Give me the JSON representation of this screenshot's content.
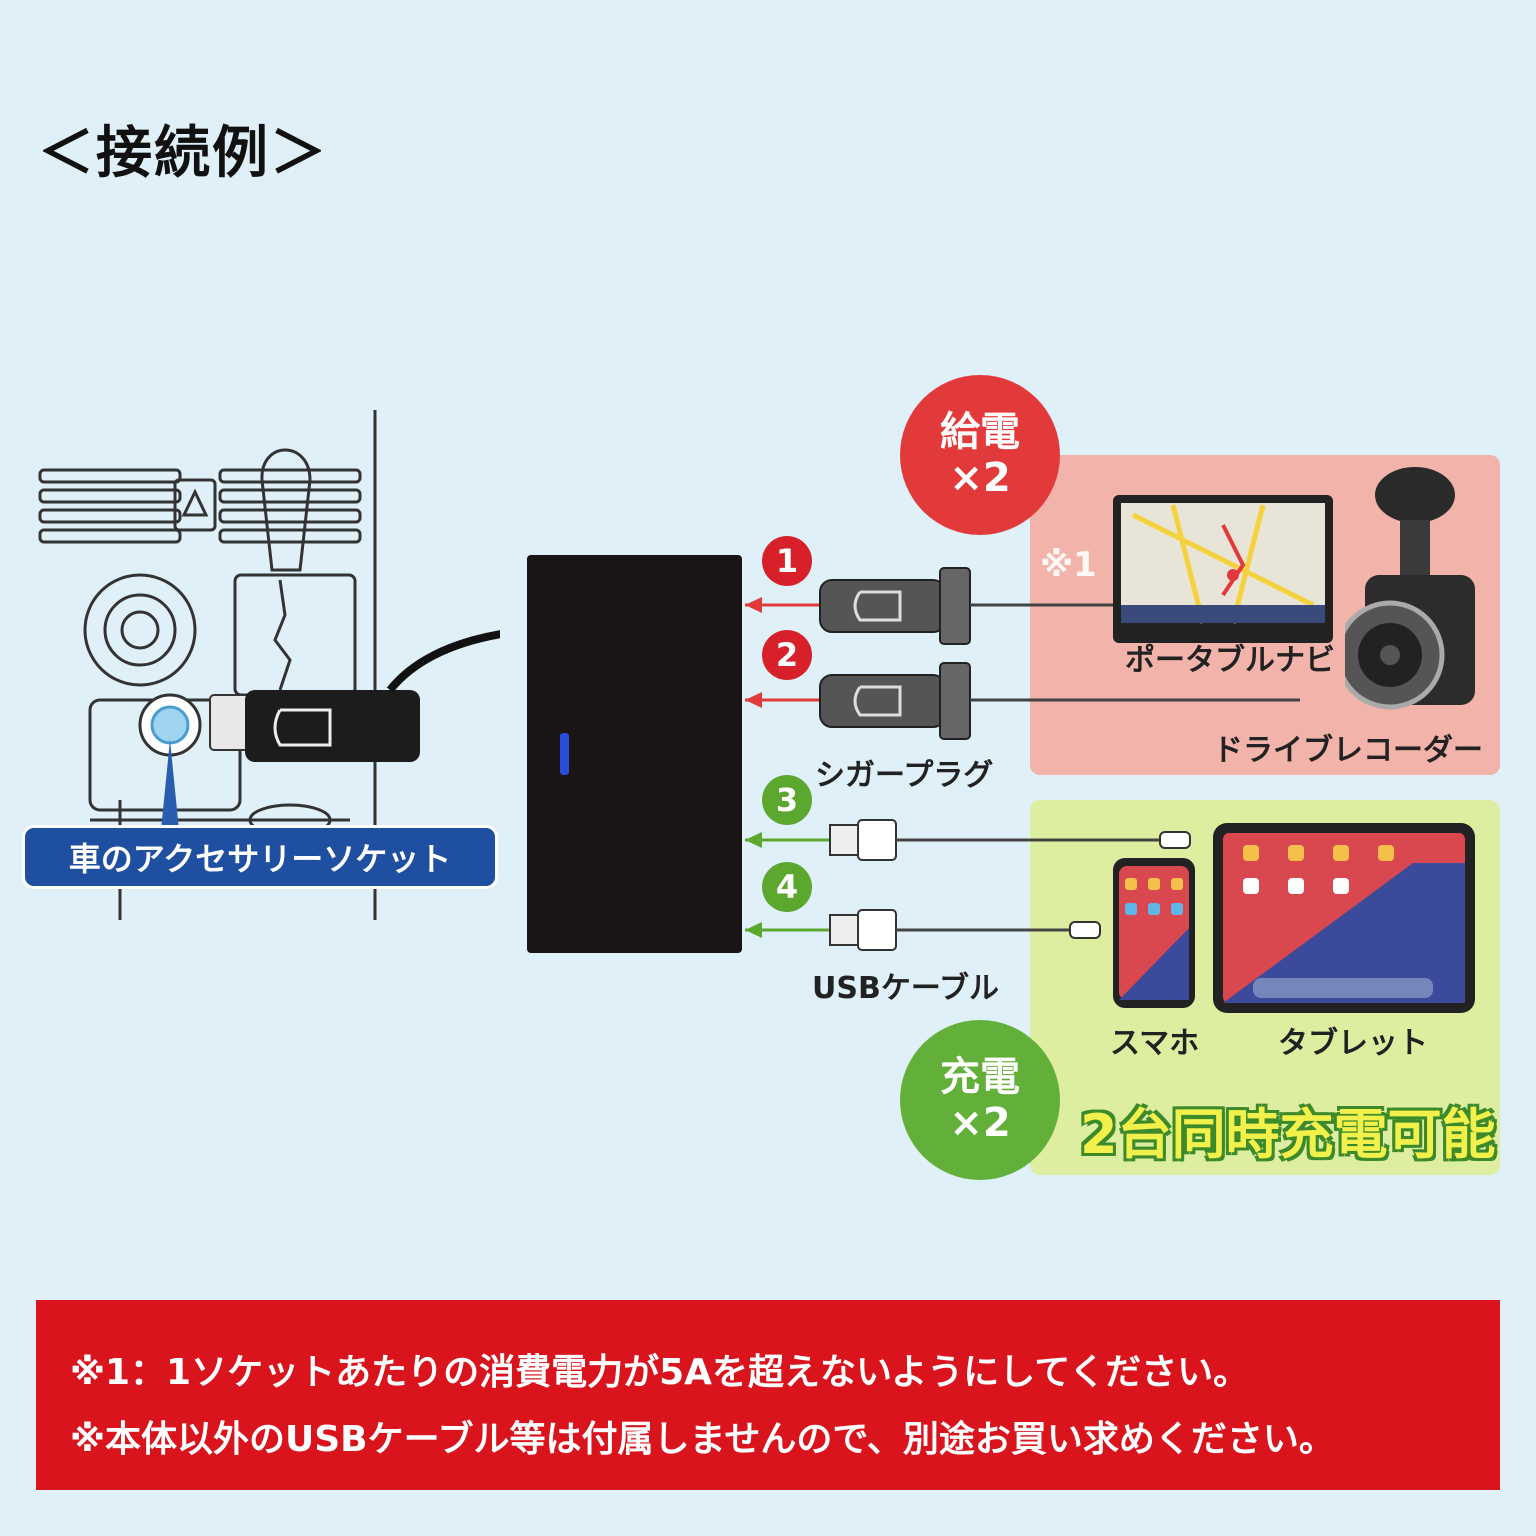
{
  "title": "＜接続例＞",
  "supply_badge": {
    "line1": "給電",
    "line2": "×2"
  },
  "charge_badge": {
    "line1": "充電",
    "line2": "×2"
  },
  "ports": [
    "1",
    "2",
    "3",
    "4"
  ],
  "labels": {
    "cigar_plug": "シガープラグ",
    "usb_cable": "USBケーブル",
    "portable_navi": "ポータブルナビ",
    "drive_recorder": "ドライブレコーダー",
    "smartphone": "スマホ",
    "tablet": "タブレット",
    "note_mark": "※1",
    "car_socket": "車のアクセサリーソケット",
    "simultaneous": "2台同時充電可能"
  },
  "footer": [
    "※1：1ソケットあたりの消費電力が5Aを超えないようにしてください。",
    "※本体以外のUSBケーブル等は付属しませんので、別途お買い求めください。"
  ],
  "colors": {
    "supply": "#e23a3a",
    "charge": "#62b03a",
    "footer": "#d9141d",
    "background": "#dff0f8"
  }
}
